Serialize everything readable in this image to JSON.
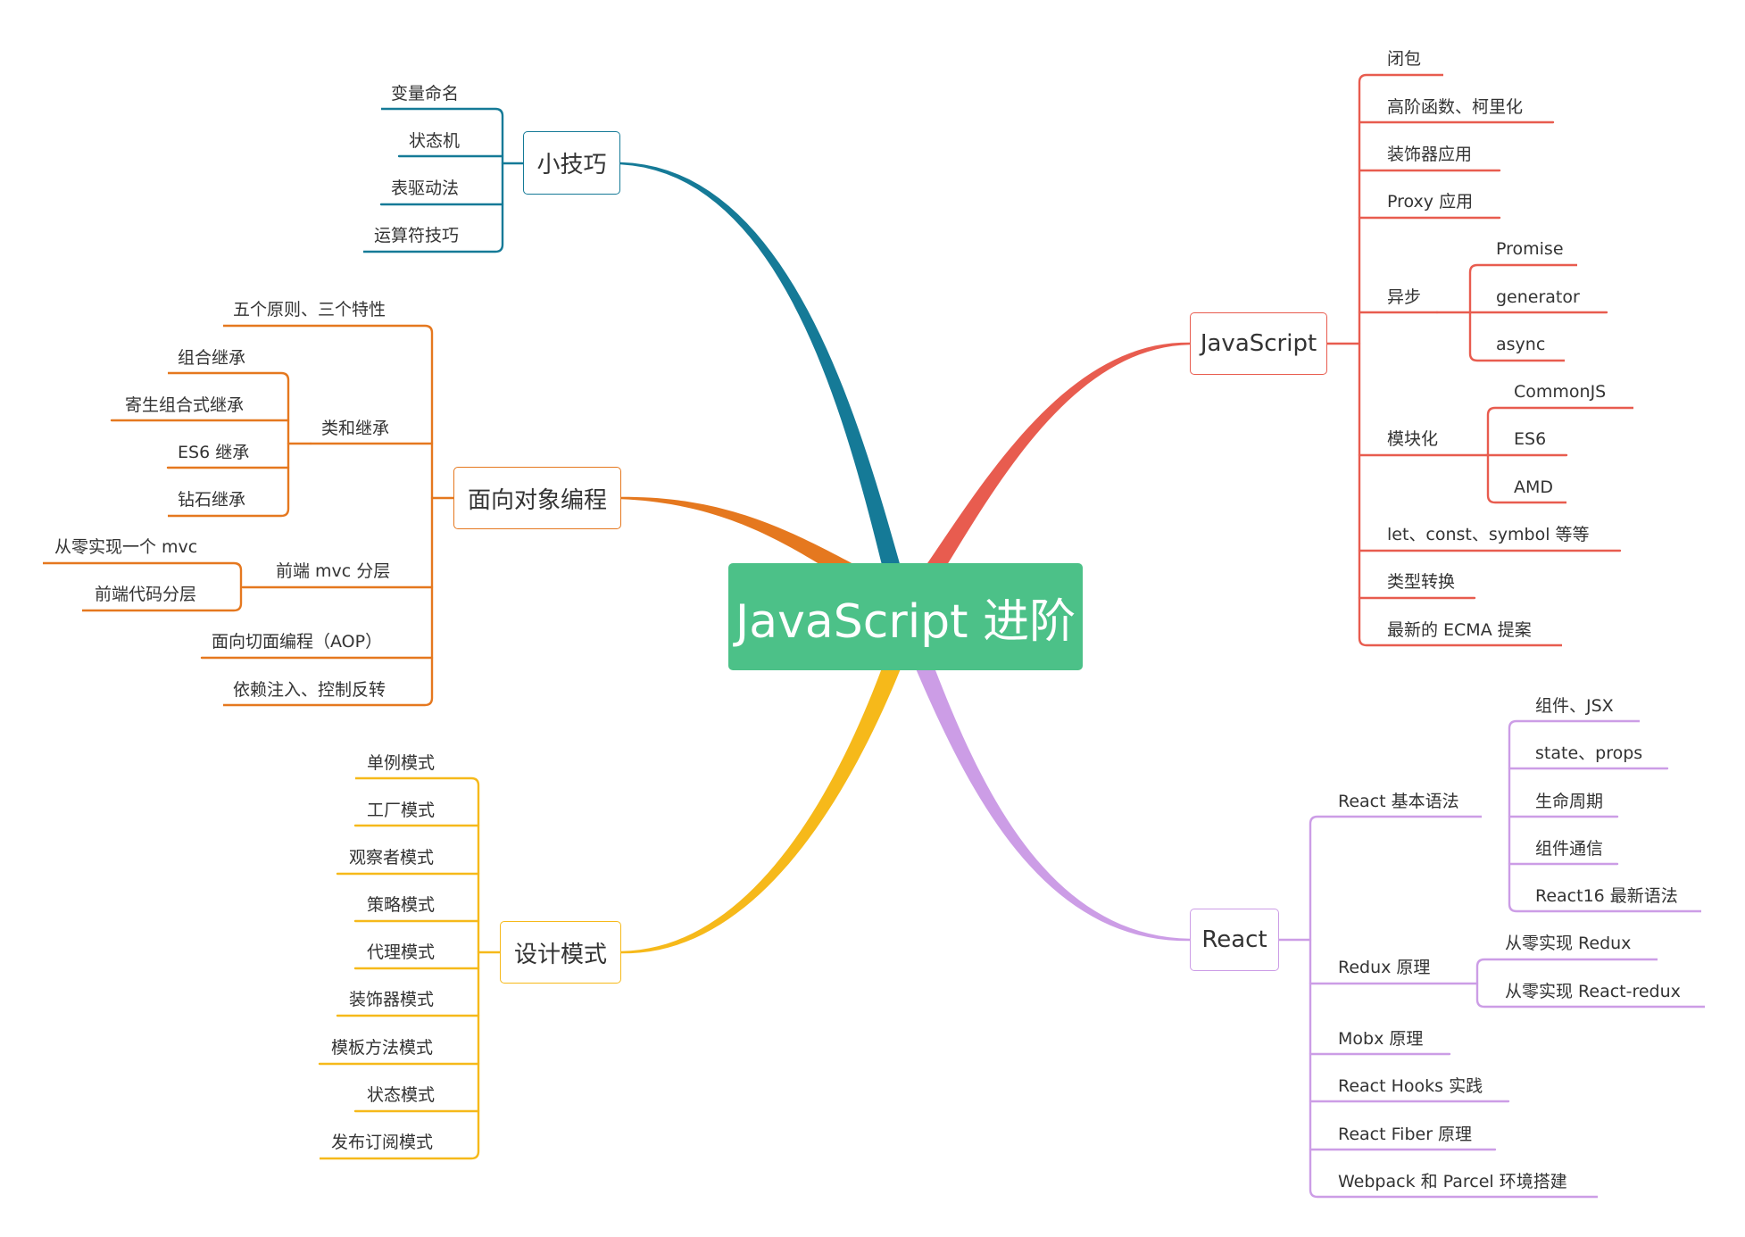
{
  "central": {
    "title": "JavaScript 进阶"
  },
  "colors": {
    "root": "#4cc188",
    "tips": "#157a97",
    "oop": "#e5781f",
    "patterns": "#f6b91a",
    "javascript": "#e85c4f",
    "react": "#cc9de6"
  },
  "branches": {
    "tips": {
      "label": "小技巧",
      "items": [
        "变量命名",
        "状态机",
        "表驱动法",
        "运算符技巧"
      ]
    },
    "oop": {
      "label": "面向对象编程",
      "items": {
        "principles": "五个原则、三个特性",
        "inheritance": {
          "label": "类和继承",
          "items": [
            "组合继承",
            "寄生组合式继承",
            "ES6 继承",
            "钻石继承"
          ]
        },
        "mvc": {
          "label": "前端 mvc 分层",
          "items": [
            "从零实现一个 mvc",
            "前端代码分层"
          ]
        },
        "aop": "面向切面编程（AOP）",
        "di": "依赖注入、控制反转"
      }
    },
    "patterns": {
      "label": "设计模式",
      "items": [
        "单例模式",
        "工厂模式",
        "观察者模式",
        "策略模式",
        "代理模式",
        "装饰器模式",
        "模板方法模式",
        "状态模式",
        "发布订阅模式"
      ]
    },
    "javascript": {
      "label": "JavaScript",
      "items": {
        "closure": "闭包",
        "hof": "高阶函数、柯里化",
        "decorator": "装饰器应用",
        "proxy": "Proxy 应用",
        "async": {
          "label": "异步",
          "items": [
            "Promise",
            "generator",
            "async"
          ]
        },
        "module": {
          "label": "模块化",
          "items": [
            "CommonJS",
            "ES6",
            "AMD"
          ]
        },
        "es6": "let、const、symbol 等等",
        "types": "类型转换",
        "ecma": "最新的 ECMA 提案"
      }
    },
    "react": {
      "label": "React",
      "items": {
        "basics": {
          "label": "React 基本语法",
          "items": [
            "组件、JSX",
            "state、props",
            "生命周期",
            "组件通信",
            "React16 最新语法"
          ]
        },
        "redux": {
          "label": "Redux 原理",
          "items": [
            "从零实现 Redux",
            "从零实现 React-redux"
          ]
        },
        "mobx": "Mobx 原理",
        "hooks": "React Hooks 实践",
        "fiber": "React Fiber 原理",
        "webpack": "Webpack 和 Parcel 环境搭建"
      }
    }
  }
}
